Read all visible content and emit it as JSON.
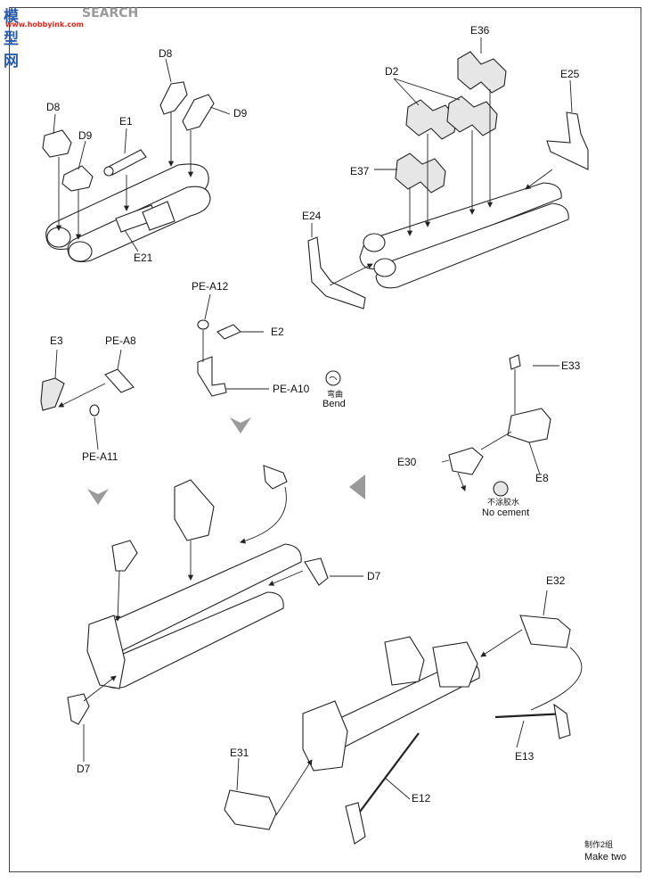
{
  "watermark": {
    "logo_text": "模型网",
    "logo_sub": "www.hobbyink.com",
    "search_text": "SEARCH"
  },
  "labels": {
    "d8_left": "D8",
    "d9_left": "D9",
    "e1": "E1",
    "d8_top": "D8",
    "d9_right": "D9",
    "e21": "E21",
    "e36": "E36",
    "d2": "D2",
    "e25": "E25",
    "e37": "E37",
    "e24": "E24",
    "pe_a12": "PE-A12",
    "e2": "E2",
    "pe_a10": "PE-A10",
    "bend_cn": "弯曲",
    "bend_en": "Bend",
    "e3": "E3",
    "pe_a8": "PE-A8",
    "pe_a11": "PE-A11",
    "e33": "E33",
    "e30": "E30",
    "e8": "E8",
    "no_cement_cn": "不涂胶水",
    "no_cement_en": "No cement",
    "d7_right": "D7",
    "d7_left": "D7",
    "e32": "E32",
    "e31": "E31",
    "e13": "E13",
    "e12": "E12",
    "make_two_cn": "制作2组",
    "make_two_en": "Make two"
  },
  "icons": {
    "bend": "bend-icon",
    "no_cement": "no-cement-icon",
    "flow_arrow": "step-arrow-icon"
  }
}
